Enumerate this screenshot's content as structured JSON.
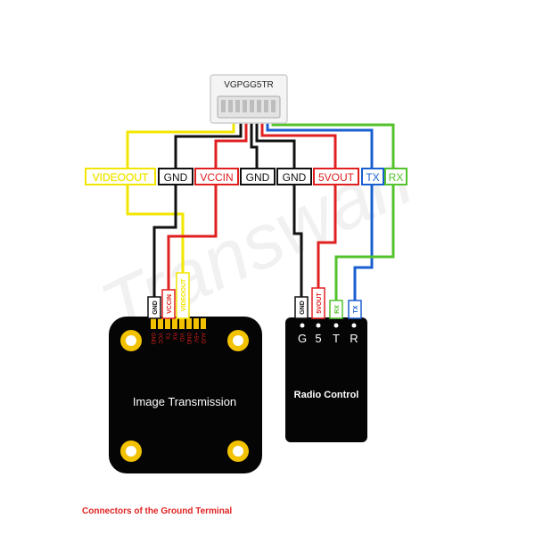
{
  "watermark": "Transwan",
  "connector": {
    "label": "VGPGG5TR"
  },
  "pin_labels": [
    {
      "text": "VIDEOOUT",
      "color": "#f2e600"
    },
    {
      "text": "GND",
      "color": "#111111"
    },
    {
      "text": "VCCIN",
      "color": "#e02020"
    },
    {
      "text": "GND",
      "color": "#111111"
    },
    {
      "text": "GND",
      "color": "#111111"
    },
    {
      "text": "5VOUT",
      "color": "#e02020"
    },
    {
      "text": "TX",
      "color": "#1a5fd0"
    },
    {
      "text": "RX",
      "color": "#53c22b"
    }
  ],
  "image_transmission": {
    "title": "Image Transmission",
    "wire_tags": [
      {
        "text": "GND",
        "color": "#111111"
      },
      {
        "text": "VCCIN",
        "color": "#e02020"
      },
      {
        "text": "VIDEOOUT",
        "color": "#f2e600"
      }
    ],
    "pad_labels": [
      "GND",
      "VCC",
      "TX",
      "RX",
      "VID",
      "GND",
      "+5V",
      "AUD"
    ]
  },
  "radio_control": {
    "title": "Radio Control",
    "wire_tags": [
      {
        "text": "GND",
        "color": "#111111"
      },
      {
        "text": "5VOUT",
        "color": "#e02020"
      },
      {
        "text": "RX",
        "color": "#53c22b"
      },
      {
        "text": "TX",
        "color": "#1a5fd0"
      }
    ],
    "pin_letters": [
      "G",
      "5",
      "T",
      "R"
    ]
  },
  "footer": {
    "caption": "Connectors of the Ground Terminal"
  },
  "colors": {
    "yellow": "#f2e600",
    "black": "#111111",
    "red": "#e02020",
    "blue": "#1a5fd0",
    "green": "#53c22b",
    "pad_gold": "#f2c200"
  }
}
